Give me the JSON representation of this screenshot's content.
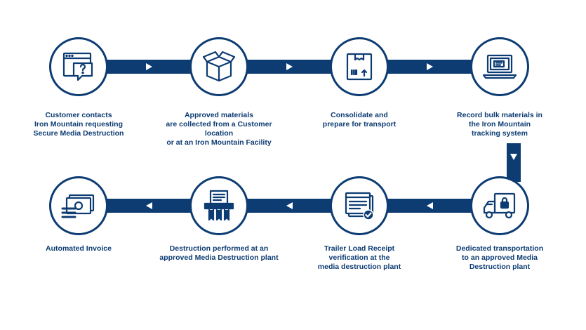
{
  "colors": {
    "primary": "#0d3c73",
    "background": "#ffffff"
  },
  "steps": [
    {
      "icon": "question-window-icon",
      "label": "Customer contacts\nIron Mountain requesting\nSecure Media Destruction"
    },
    {
      "icon": "open-box-icon",
      "label": "Approved materials\nare collected from a Customer location\nor at an Iron Mountain Facility"
    },
    {
      "icon": "package-icon",
      "label": "Consolidate and\nprepare for transport"
    },
    {
      "icon": "laptop-icon",
      "label": "Record bulk materials in\nthe Iron Mountain\ntracking system"
    },
    {
      "icon": "truck-lock-icon",
      "label": "Dedicated transportation\nto an approved Media\nDestruction plant"
    },
    {
      "icon": "receipt-check-icon",
      "label": "Trailer Load Receipt\nverification at the\nmedia destruction plant"
    },
    {
      "icon": "shredder-icon",
      "label": "Destruction performed at an\napproved Media Destruction plant"
    },
    {
      "icon": "invoice-money-icon",
      "label": "Automated Invoice"
    }
  ]
}
